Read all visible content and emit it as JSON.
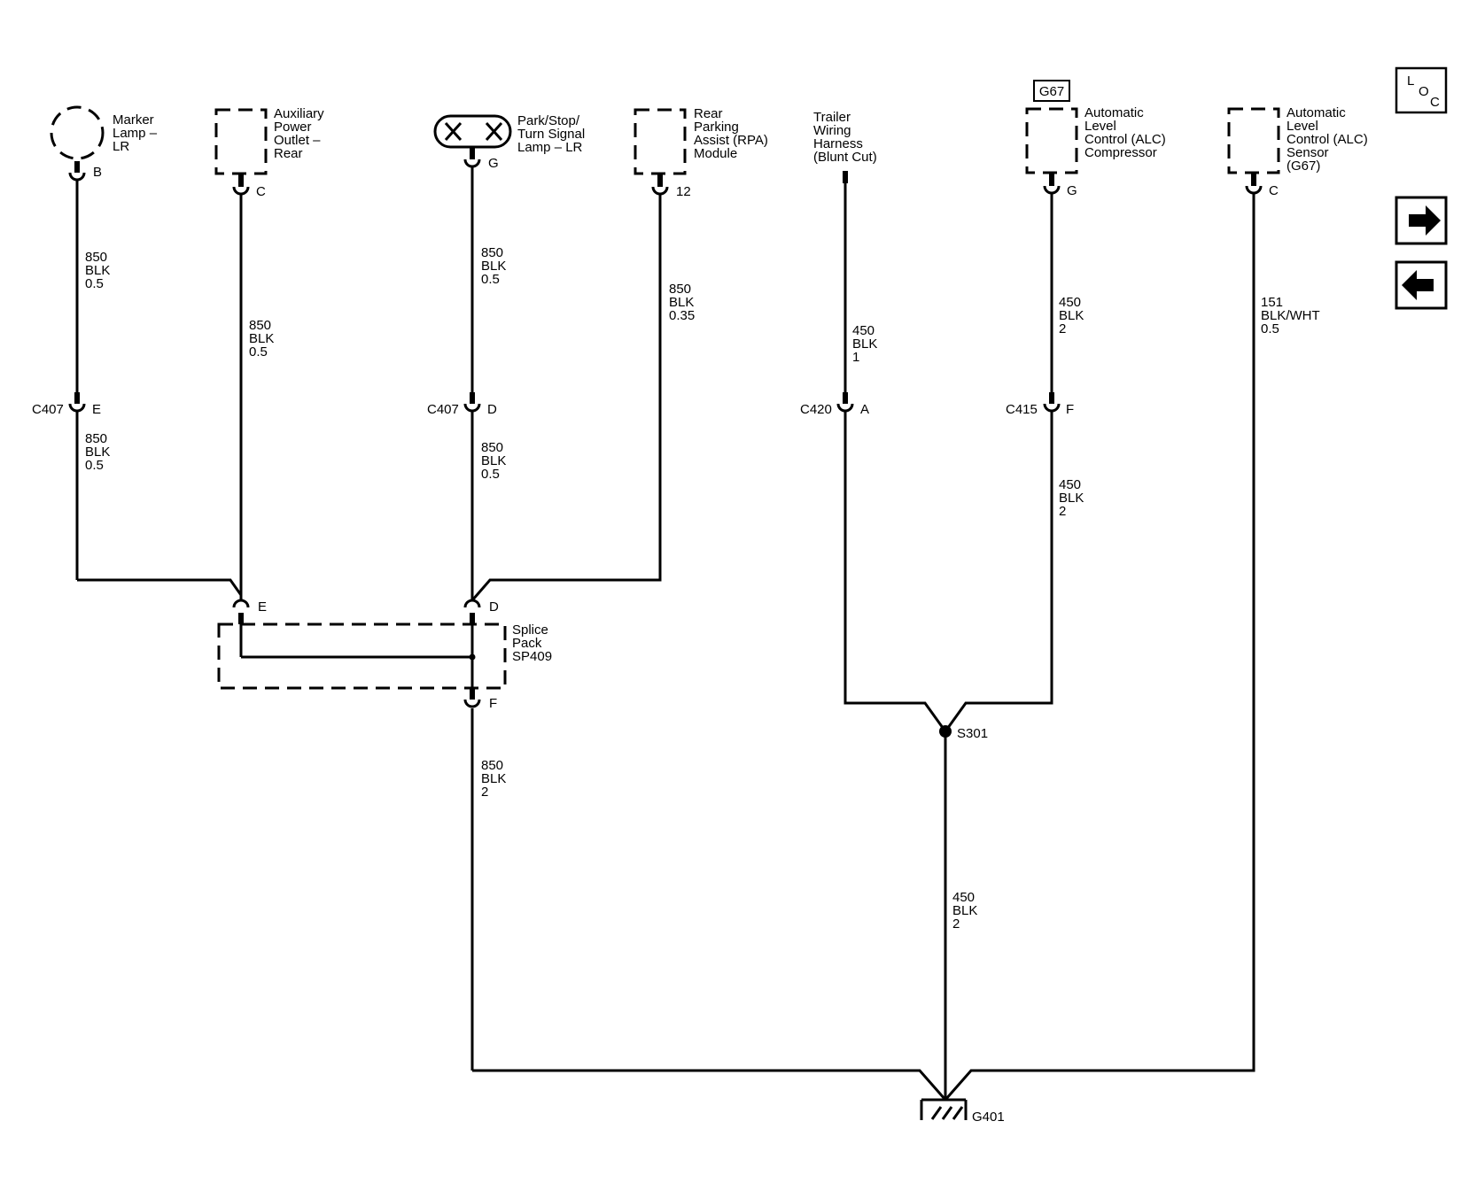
{
  "components": {
    "marker_lamp": [
      "Marker",
      "Lamp –",
      "LR"
    ],
    "aux_power": [
      "Auxiliary",
      "Power",
      "Outlet –",
      "Rear"
    ],
    "park_lamp": [
      "Park/Stop/",
      "Turn Signal",
      "Lamp – LR"
    ],
    "rpa_module": [
      "Rear",
      "Parking",
      "Assist (RPA)",
      "Module"
    ],
    "trailer_harness": [
      "Trailer",
      "Wiring",
      "Harness",
      "(Blunt Cut)"
    ],
    "alc_compressor": [
      "Automatic",
      "Level",
      "Control (ALC)",
      "Compressor"
    ],
    "alc_sensor": [
      "Automatic",
      "Level",
      "Control (ALC)",
      "Sensor",
      "(G67)"
    ],
    "splice_pack": [
      "Splice",
      "Pack",
      "SP409"
    ]
  },
  "badge": "G67",
  "pins": {
    "marker": "B",
    "aux": "C",
    "park": "G",
    "rpa": "12",
    "alc_comp": "G",
    "alc_sensor": "C",
    "splice_e": "E",
    "splice_d": "D",
    "splice_f": "F",
    "c407_left": "E",
    "c407_mid": "D",
    "c420": "A",
    "c415": "F"
  },
  "connectors": {
    "c407_left": "C407",
    "c407_mid": "C407",
    "c420": "C420",
    "c415": "C415"
  },
  "wires": {
    "marker_upper": [
      "850",
      "BLK",
      "0.5"
    ],
    "marker_lower": [
      "850",
      "BLK",
      "0.5"
    ],
    "aux": [
      "850",
      "BLK",
      "0.5"
    ],
    "park_upper": [
      "850",
      "BLK",
      "0.5"
    ],
    "park_lower": [
      "850",
      "BLK",
      "0.5"
    ],
    "rpa": [
      "850",
      "BLK",
      "0.35"
    ],
    "trailer": [
      "450",
      "BLK",
      "1"
    ],
    "alc_comp_upper": [
      "450",
      "BLK",
      "2"
    ],
    "alc_comp_lower": [
      "450",
      "BLK",
      "2"
    ],
    "alc_sensor": [
      "151",
      "BLK/WHT",
      "0.5"
    ],
    "splice_out": [
      "850",
      "BLK",
      "2"
    ],
    "s301_out": [
      "450",
      "BLK",
      "2"
    ]
  },
  "splice": "S301",
  "ground": "G401",
  "nav": {
    "loc": [
      "L",
      "O",
      "C"
    ]
  }
}
